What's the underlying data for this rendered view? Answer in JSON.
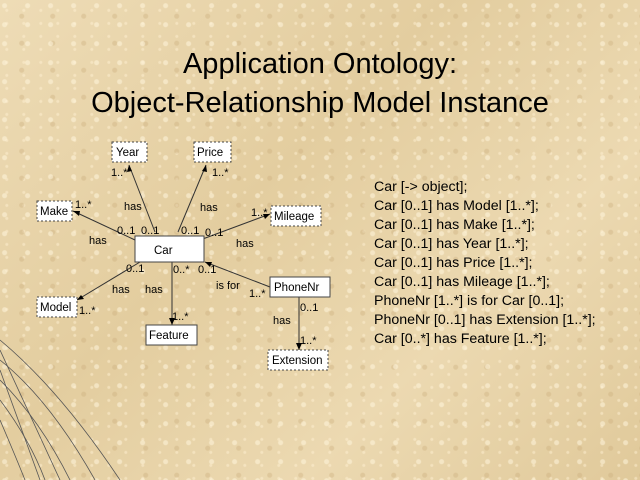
{
  "title": {
    "line1": "Application Ontology:",
    "line2": "Object-Relationship Model Instance"
  },
  "diagram": {
    "nodes": {
      "year": "Year",
      "price": "Price",
      "make": "Make",
      "mileage": "Mileage",
      "car": "Car",
      "model": "Model",
      "feature": "Feature",
      "phonenr": "PhoneNr",
      "extension": "Extension"
    },
    "labels": {
      "year_card": "1..*",
      "price_card": "1..*",
      "make_card": "1..*",
      "mileage_card": "1..*",
      "has_year": "has",
      "has_price": "has",
      "has_make": "has",
      "has_mileage": "has",
      "car_make_card": "0..1",
      "car_year_card": "0..1",
      "car_price_card": "0..1",
      "car_mileage_card": "0..1",
      "car_model_card": "0..1",
      "car_feature_card": "0..*",
      "car_phone_card": "0..1",
      "has_model": "has",
      "has_feature": "has",
      "is_for": "is for",
      "phone_card": "1..*",
      "model_card": "1..*",
      "feature_card": "1..*",
      "phone_ext_card": "0..1",
      "has_ext": "has",
      "ext_card": "1..*"
    }
  },
  "description": [
    "Car [-> object];",
    "Car [0..1] has Model [1..*];",
    "Car [0..1] has Make [1..*];",
    "Car [0..1] has Year [1..*];",
    "Car [0..1] has Price [1..*];",
    "Car [0..1] has Mileage [1..*];",
    "PhoneNr [1..*] is for Car [0..1];",
    "PhoneNr [0..1] has Extension [1..*];",
    "Car [0..*] has Feature [1..*];"
  ]
}
